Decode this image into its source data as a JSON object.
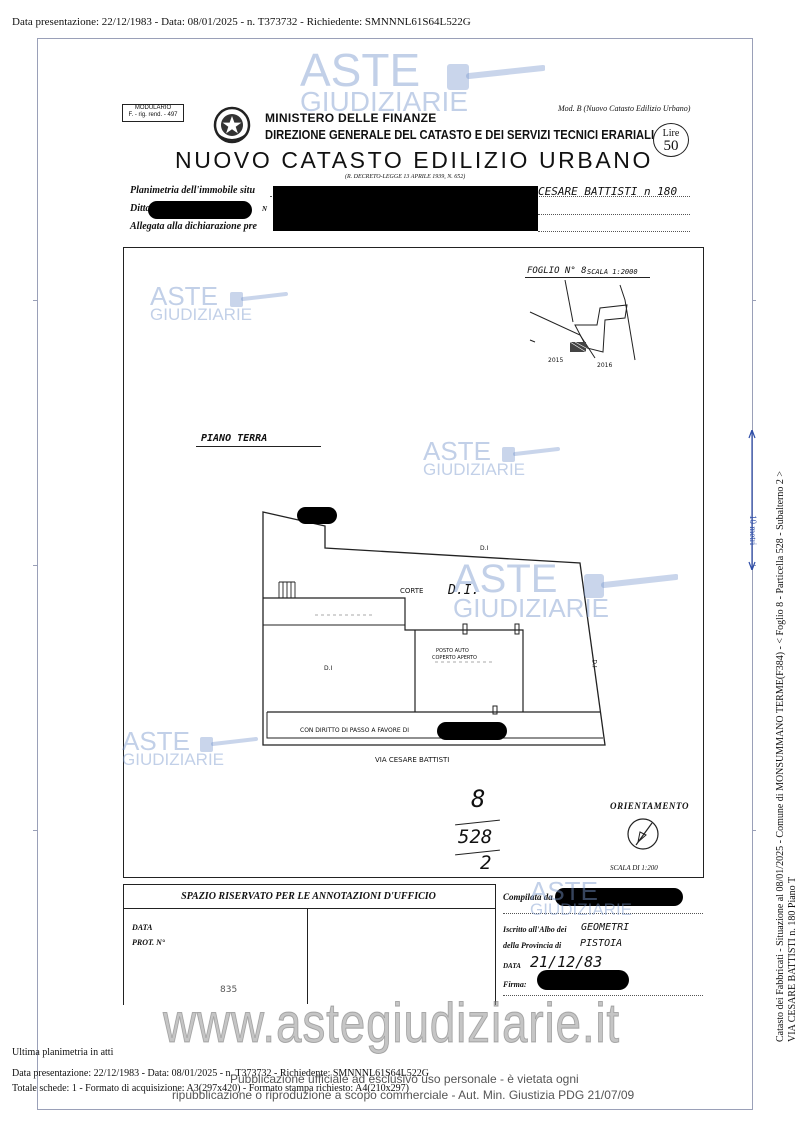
{
  "header": {
    "line": "Data presentazione: 22/12/1983 - Data: 08/01/2025 - n. T373732 - Richiedente: SMNNNL61S64L522G"
  },
  "form": {
    "modulario": "MODULARIO",
    "modulario_code": "F. - rig. rend. - 497",
    "ministero": "MINISTERO DELLE FINANZE",
    "direzione": "DIREZIONE GENERALE DEL CATASTO E DEI SERVIZI TECNICI ERARIALI",
    "mod_b": "Mod. B (Nuovo Catasto Edilizio Urbano)",
    "lire_label": "Lire",
    "lire_value": "50",
    "title": "NUOVO CATASTO EDILIZIO URBANO",
    "decreto": "(R. DECRETO-LEGGE 13 APRILE 1939, N. 652)",
    "planimetria_label": "Planimetria dell'immobile situ",
    "planimetria_value": "CESARE BATTISTI   n 180",
    "ditta_label": "Ditta",
    "ditta_suffix": "N",
    "allegata_label": "Allegata alla dichiarazione pre"
  },
  "plan": {
    "foglio": "FOGLIO N° 8",
    "scala_small": "SCALA 1:2000",
    "map_num_1": "2015",
    "map_num_2": "2016",
    "piano": "PIANO TERRA",
    "corte": "CORTE",
    "di_large": "D.I.",
    "dim_top": "D.I",
    "dim_left": "D.I",
    "dim_right": "D.I",
    "posto_auto_1": "POSTO AUTO",
    "posto_auto_2": "COPERTO APERTO",
    "passo": "CON DIRITTO DI PASSO A FAVORE DI",
    "via": "VIA CESARE BATTISTI",
    "foglio_num": "8",
    "particella": "528",
    "subalterno": "2",
    "orientamento": "ORIENTAMENTO",
    "scala_di": "SCALA DI 1:200"
  },
  "annotations": {
    "title": "SPAZIO RISERVATO PER LE ANNOTAZIONI D'UFFICIO",
    "data_label": "DATA",
    "prot_label": "PROT. N°",
    "num_mark": "835",
    "compilata_label": "Compilata da",
    "iscritto_label": "Iscritto all'Albo dei",
    "iscritto_value": "GEOMETRI",
    "provincia_label": "della Provincia di",
    "provincia_value": "PISTOIA",
    "data_label2": "DATA",
    "data_value": "21/12/83",
    "firma_label": "Firma:"
  },
  "watermark": {
    "aste": "ASTE",
    "giudiziarie": "GIUDIZIARIE",
    "website": "www.astegiudiziarie.it",
    "pub_line1": "Pubblicazione ufficiale ad esclusivo uso personale - è vietata ogni",
    "pub_line2": "ripubblicazione o riproduzione a scopo commerciale - Aut. Min. Giustizia PDG 21/07/09"
  },
  "scale_bar": {
    "label": "10 metri"
  },
  "footer": {
    "ultima": "Ultima planimetria in atti",
    "line1": "Data presentazione: 22/12/1983 - Data: 08/01/2025 - n. T373732 - Richiedente: SMNNNL61S64L522G",
    "line2": "Totale schede: 1 - Formato di acquisizione: A3(297x420) - Formato stampa richiesto: A4(210x297)"
  },
  "side_text": {
    "line1": "Catasto dei Fabbricati - Situazione al 08/01/2025 - Comune di MONSUMMANO TERME(F384) - < Foglio 8 - Particella 528 - Subalterno 2 >",
    "line2": "VIA CESARE BATTISTI n. 180 Piano T"
  }
}
